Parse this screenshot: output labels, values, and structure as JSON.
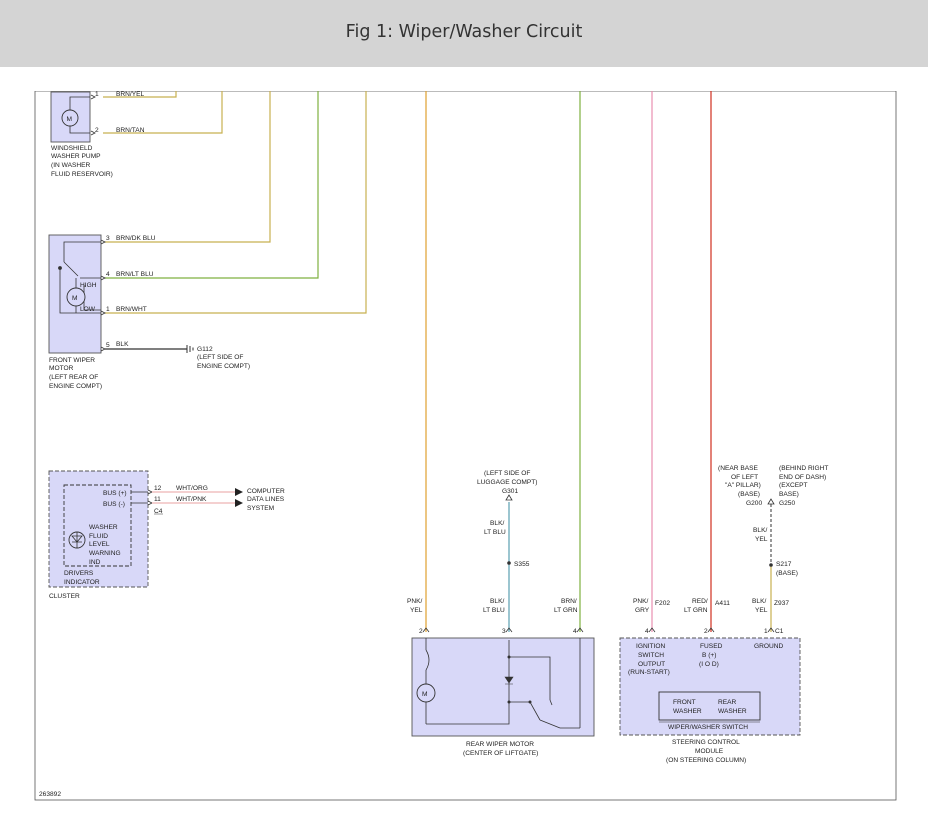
{
  "title": "Fig 1: Wiper/Washer Circuit",
  "colors": {
    "header_bg": "#d4d4d4",
    "component_fill": "#d8d8f8",
    "wire_brown": "#c8b050",
    "wire_green": "#7fb040",
    "wire_orange": "#e0a030",
    "wire_pink": "#e890b0",
    "wire_red": "#d03020",
    "wire_blue": "#5a9fb0",
    "wire_black": "#333333"
  },
  "figure_id": "263892",
  "washer_pump": {
    "motor_symbol": "M",
    "label_lines": [
      "WINDSHIELD",
      "WASHER PUMP",
      "(IN WASHER",
      "FLUID RESERVOIR)"
    ],
    "pins": [
      {
        "pin": "1",
        "wire": "BRN/YEL"
      },
      {
        "pin": "2",
        "wire": "BRN/TAN"
      }
    ]
  },
  "front_wiper_motor": {
    "label_lines": [
      "FRONT WIPER",
      "MOTOR",
      "(LEFT REAR OF",
      "ENGINE COMPT)"
    ],
    "high_label": "HIGH",
    "low_label": "LOW",
    "pins": [
      {
        "pin": "3",
        "wire": "BRN/DK BLU"
      },
      {
        "pin": "4",
        "wire": "BRN/LT BLU"
      },
      {
        "pin": "1",
        "wire": "BRN/WHT"
      },
      {
        "pin": "5",
        "wire": "BLK"
      }
    ],
    "ground": {
      "name": "G112",
      "lines": [
        "(LEFT SIDE OF",
        "ENGINE COMPT)"
      ]
    }
  },
  "cluster": {
    "bus_plus": "BUS (+)",
    "bus_minus": "BUS (-)",
    "indicator_lines": [
      "WASHER",
      "FLUID",
      "LEVEL",
      "WARNING",
      "IND"
    ],
    "drivers_indicator": [
      "DRIVERS",
      "INDICATOR"
    ],
    "name": "CLUSTER",
    "connector": "C4",
    "pins": [
      {
        "pin": "12",
        "wire": "WHT/ORG"
      },
      {
        "pin": "11",
        "wire": "WHT/PNK"
      }
    ],
    "data_lines": [
      "COMPUTER",
      "DATA LINES",
      "SYSTEM"
    ]
  },
  "rear_wiper_motor": {
    "label_lines": [
      "REAR WIPER MOTOR",
      "(CENTER OF LIFTGATE)"
    ],
    "motor_symbol": "M",
    "pins": [
      {
        "pin": "2",
        "wire_lines": [
          "PNK/",
          "YEL"
        ]
      },
      {
        "pin": "3",
        "wire_lines": [
          "BLK/",
          "LT BLU"
        ]
      },
      {
        "pin": "4",
        "wire_lines": [
          "BRN/",
          "LT GRN"
        ]
      }
    ],
    "splice": "S355",
    "splice_wire": [
      "BLK/",
      "LT BLU"
    ],
    "ground": {
      "lines": [
        "(LEFT SIDE OF",
        "LUGGAGE COMPT)"
      ],
      "name": "G301"
    }
  },
  "steering_module": {
    "label_lines": [
      "STEERING CONTROL",
      "MODULE",
      "(ON STEERING COLUMN)"
    ],
    "switch_label": "WIPER/WASHER SWITCH",
    "front_washer": [
      "FRONT",
      "WASHER"
    ],
    "rear_washer": [
      "REAR",
      "WASHER"
    ],
    "connector": "C1",
    "pins": [
      {
        "pin": "4",
        "circuit": "F202",
        "wire_lines": [
          "PNK/",
          "GRY"
        ],
        "function": [
          "IGNITION",
          "SWITCH",
          "OUTPUT",
          "(RUN-START)"
        ]
      },
      {
        "pin": "2",
        "circuit": "A411",
        "wire_lines": [
          "RED/",
          "LT GRN"
        ],
        "function": [
          "FUSED",
          "B (+)",
          "(I O D)"
        ]
      },
      {
        "pin": "1",
        "circuit": "Z937",
        "wire_lines": [
          "BLK/",
          "YEL"
        ],
        "function": [
          "GROUND"
        ]
      }
    ],
    "splice": "S217",
    "splice_note": "(BASE)",
    "splice_wire": [
      "BLK/",
      "YEL"
    ],
    "grounds": {
      "g200": {
        "name": "G200",
        "lines": [
          "(NEAR BASE",
          "OF LEFT",
          "\"A\" PILLAR)",
          "(BASE)"
        ]
      },
      "g250": {
        "name": "G250",
        "lines": [
          "(BEHIND RIGHT",
          "END OF DASH)",
          "(EXCEPT",
          "BASE)"
        ]
      }
    }
  }
}
